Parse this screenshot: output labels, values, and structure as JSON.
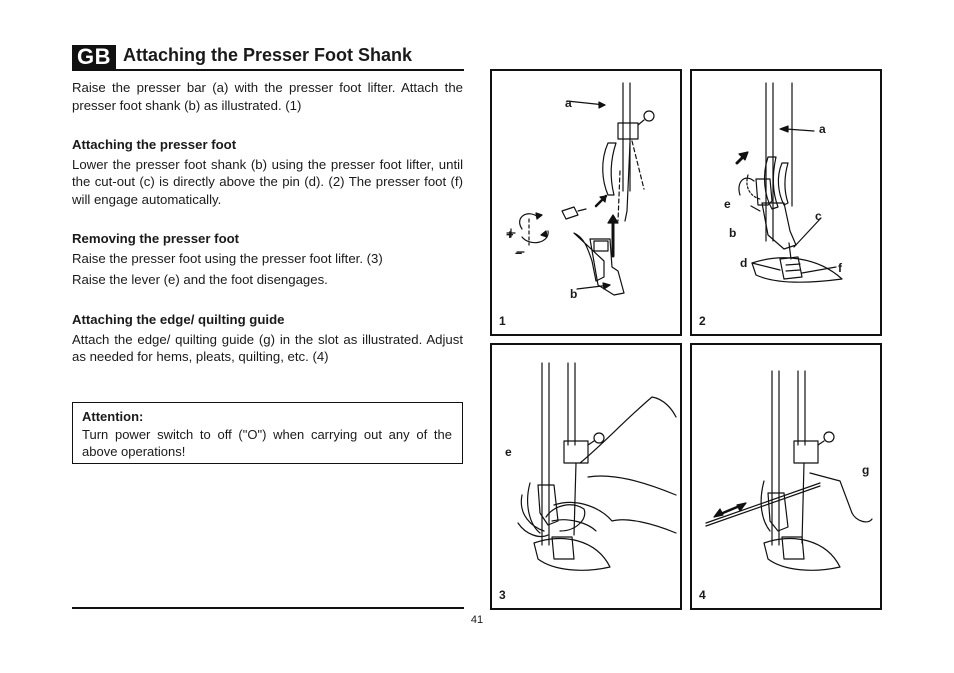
{
  "header": {
    "badge": "GB",
    "title": "Attaching the Presser Foot Shank"
  },
  "intro": "Raise the presser bar (a) with the presser foot lifter. Attach the presser foot shank (b) as illustrated. (1)",
  "sections": [
    {
      "heading": "Attaching the presser foot",
      "paragraphs": [
        "Lower the presser foot shank (b) using the presser foot lifter, until the cut-out (c) is directly above the pin (d). (2) The presser foot (f) will engage automatically."
      ]
    },
    {
      "heading": "Removing the presser foot",
      "paragraphs": [
        "Raise the presser foot using the presser foot lifter. (3)",
        "Raise the lever (e) and the foot disengages."
      ]
    },
    {
      "heading": "Attaching the edge/ quilting guide",
      "paragraphs": [
        "Attach the edge/ quilting guide (g) in the slot as illustrated. Adjust as needed for hems, pleats, quilting, etc. (4)"
      ]
    }
  ],
  "attention": {
    "heading": "Attention:",
    "text": "Turn power switch to off (\"O\") when carrying out any of the above operations!"
  },
  "page_number": "41",
  "figures": [
    {
      "number": "1",
      "labels": [
        "a",
        "b"
      ],
      "symbols": [
        "+",
        "–"
      ]
    },
    {
      "number": "2",
      "labels": [
        "a",
        "e",
        "c",
        "b",
        "d",
        "f"
      ]
    },
    {
      "number": "3",
      "labels": [
        "e"
      ]
    },
    {
      "number": "4",
      "labels": [
        "g"
      ]
    }
  ]
}
